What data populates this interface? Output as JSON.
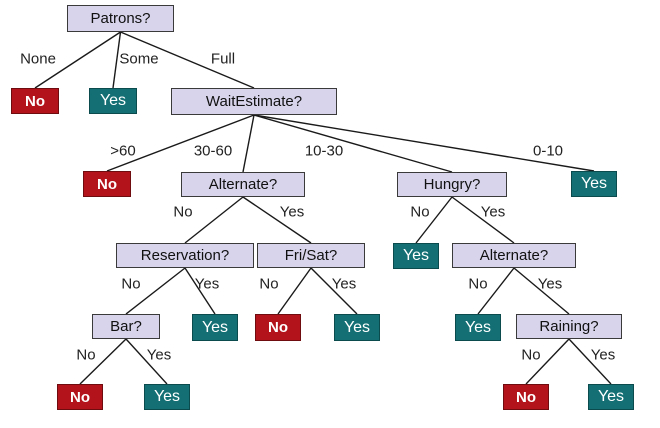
{
  "colors": {
    "attribute_fill": "#d8d4ec",
    "no_fill": "#b3141c",
    "yes_fill": "#136f73",
    "line": "#1a1a1a"
  },
  "nodes": {
    "patrons": "Patrons?",
    "patrons_none": "No",
    "patrons_some": "Yes",
    "wait_estimate": "WaitEstimate?",
    "wait_over60": "No",
    "alternate1": "Alternate?",
    "hungry": "Hungry?",
    "wait_0_10": "Yes",
    "reservation": "Reservation?",
    "fri_sat": "Fri/Sat?",
    "hungry_no": "Yes",
    "alternate2": "Alternate?",
    "bar": "Bar?",
    "reservation_yes": "Yes",
    "fri_sat_no": "No",
    "fri_sat_yes": "Yes",
    "alternate2_no": "Yes",
    "raining": "Raining?",
    "bar_no": "No",
    "bar_yes": "Yes",
    "raining_no": "No",
    "raining_yes": "Yes"
  },
  "edge_labels": {
    "patrons_none": "None",
    "patrons_some": "Some",
    "patrons_full": "Full",
    "wait_over60": ">60",
    "wait_30_60": "30-60",
    "wait_10_30": "10-30",
    "wait_0_10": "0-10",
    "alt1_no": "No",
    "alt1_yes": "Yes",
    "hungry_no": "No",
    "hungry_yes": "Yes",
    "res_no": "No",
    "res_yes": "Yes",
    "frisat_no": "No",
    "frisat_yes": "Yes",
    "alt2_no": "No",
    "alt2_yes": "Yes",
    "bar_no": "No",
    "bar_yes": "Yes",
    "rain_no": "No",
    "rain_yes": "Yes"
  }
}
